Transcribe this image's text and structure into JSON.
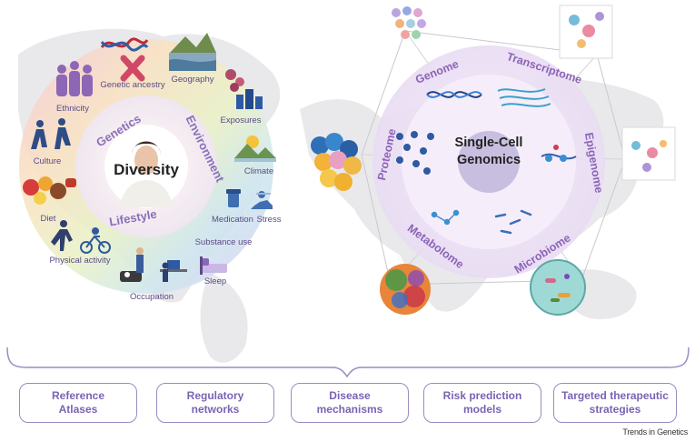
{
  "diversity": {
    "center": "Diversity",
    "ring": [
      "Genetics",
      "Environment",
      "Lifestyle"
    ],
    "factors": {
      "genetic_ancestry": "Genetic ancestry",
      "geography": "Geography",
      "ethnicity": "Ethnicity",
      "exposures": "Exposures",
      "culture": "Culture",
      "climate": "Climate",
      "diet": "Diet",
      "medication": "Medication",
      "stress": "Stress",
      "substance_use": "Substance use",
      "physical_activity": "Physical activity",
      "sleep": "Sleep",
      "occupation": "Occupation"
    }
  },
  "genomics": {
    "center_line1": "Single-Cell",
    "center_line2": "Genomics",
    "omics": [
      "Genome",
      "Transcriptome",
      "Epigenome",
      "Microbiome",
      "Metabolome",
      "Proteome"
    ]
  },
  "outcomes": [
    {
      "line1": "Reference",
      "line2": "Atlases"
    },
    {
      "line1": "Regulatory",
      "line2": "networks"
    },
    {
      "line1": "Disease",
      "line2": "mechanisms"
    },
    {
      "line1": "Risk prediction",
      "line2": "models"
    },
    {
      "line1": "Targeted therapeutic",
      "line2": "strategies"
    }
  ],
  "credit": "Trends in Genetics",
  "colors": {
    "purple_text": "#7a63b3",
    "ring_text": "#8a6fb8",
    "box_border": "#9b8bc0",
    "map_gray": "#e9e9ec"
  },
  "icons": [
    "dna-helix-icon",
    "chromosome-icon",
    "landscape-icon",
    "people-group-icon",
    "factory-icon",
    "dancers-icon",
    "sun-mountain-icon",
    "food-icon",
    "pill-bottle-icon",
    "stressed-person-icon",
    "runner-icon",
    "bicycle-icon",
    "cow-farmer-icon",
    "office-worker-icon",
    "bed-icon",
    "portrait-photo",
    "cell-cluster-icon",
    "scrna-plot-icon",
    "microbe-sphere-icon",
    "protein-blob-icon",
    "gene-circles-icon"
  ]
}
